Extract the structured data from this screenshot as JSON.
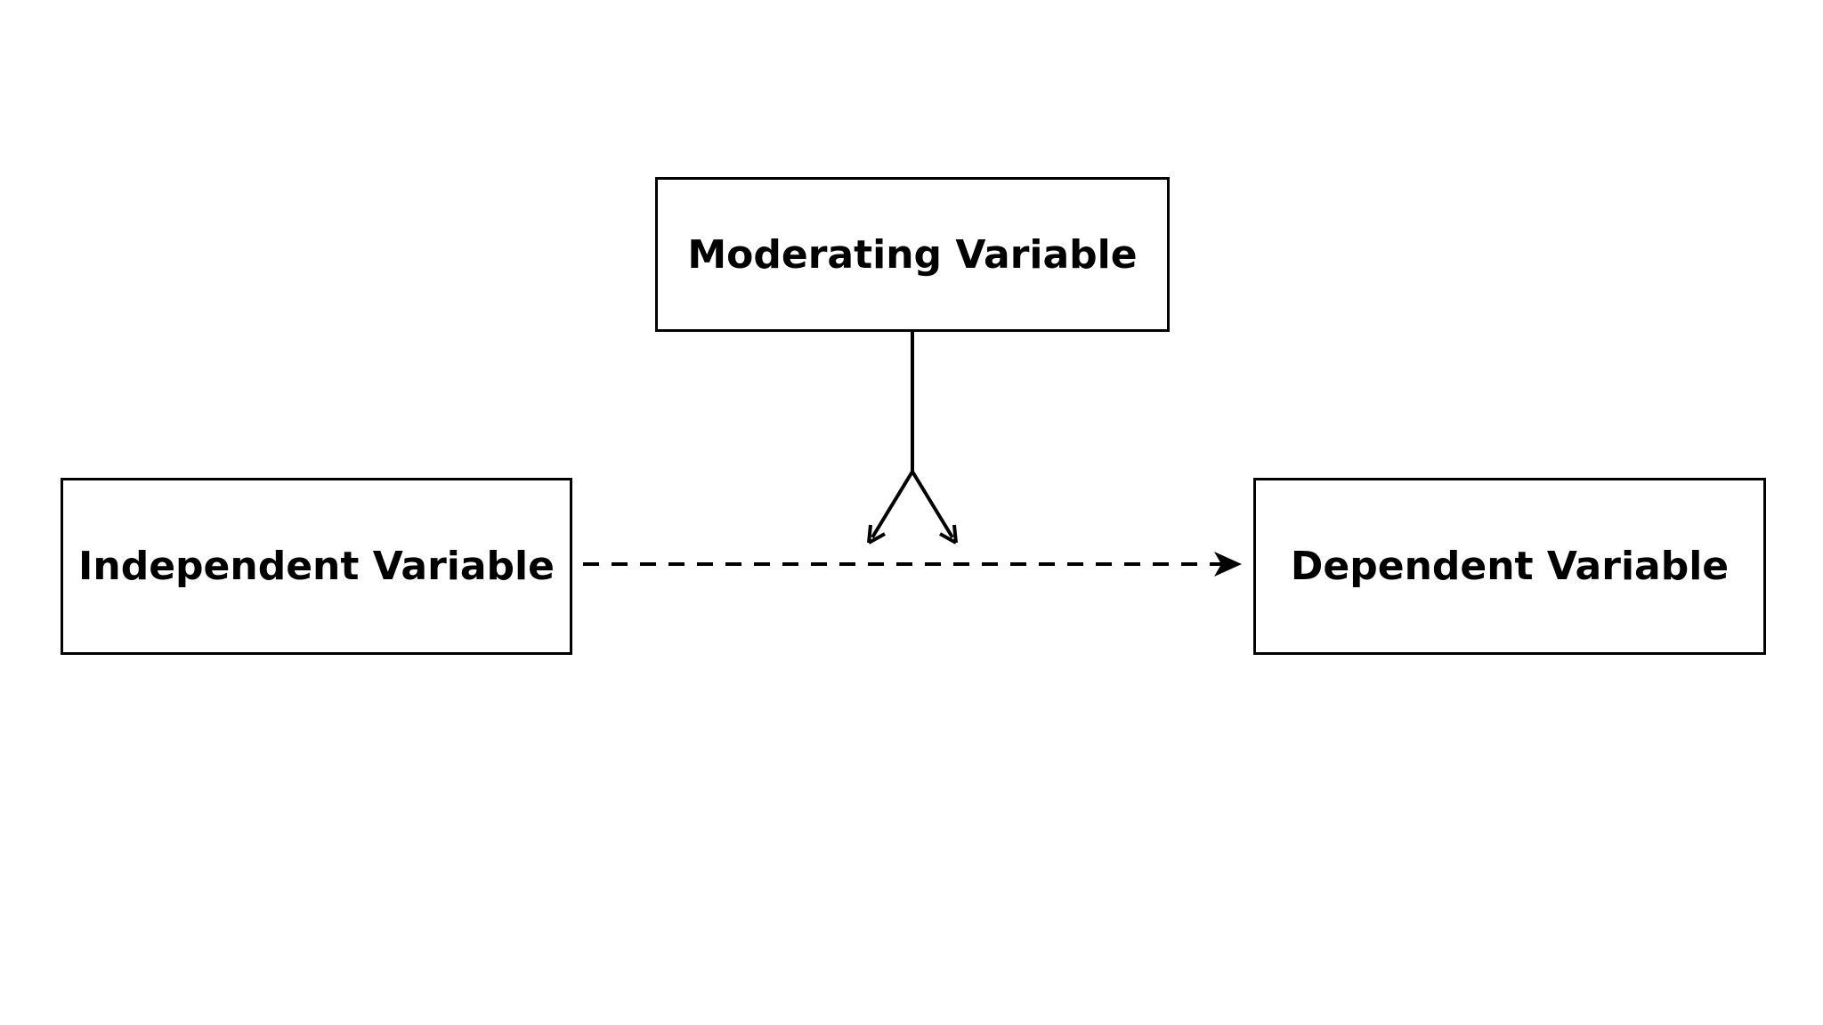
{
  "diagram": {
    "nodes": {
      "moderating": {
        "label": "Moderating Variable"
      },
      "independent": {
        "label": "Independent Variable"
      },
      "dependent": {
        "label": "Dependent Variable"
      }
    },
    "edges": [
      {
        "from": "independent",
        "to": "dependent",
        "style": "dashed",
        "arrow": "filled"
      },
      {
        "from": "moderating",
        "to": "independent-dependent-edge",
        "style": "solid",
        "arrow": "forked-open"
      }
    ],
    "colors": {
      "stroke": "#000000",
      "background": "#ffffff",
      "text": "#000000"
    }
  }
}
